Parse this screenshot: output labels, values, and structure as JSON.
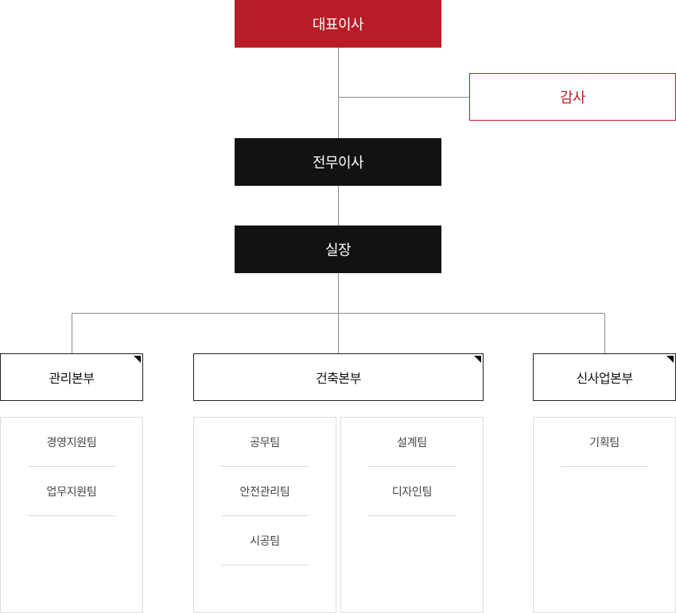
{
  "chart": {
    "ceo": "대표이사",
    "auditor": "감사",
    "managing_director": "전무이사",
    "director": "실장",
    "divisions": [
      {
        "name": "관리본부",
        "panels": [
          {
            "teams": [
              "경영지원팀",
              "업무지원팀"
            ]
          }
        ]
      },
      {
        "name": "건축본부",
        "panels": [
          {
            "teams": [
              "공무팀",
              "안전관리팀",
              "시공팀"
            ]
          },
          {
            "teams": [
              "설계팀",
              "디자인팀"
            ]
          }
        ]
      },
      {
        "name": "신사업본부",
        "panels": [
          {
            "teams": [
              "기획팀"
            ]
          }
        ]
      }
    ]
  },
  "colors": {
    "accent_red": "#b81c26",
    "dark_box": "#121212",
    "connector": "#8c8c8c"
  }
}
